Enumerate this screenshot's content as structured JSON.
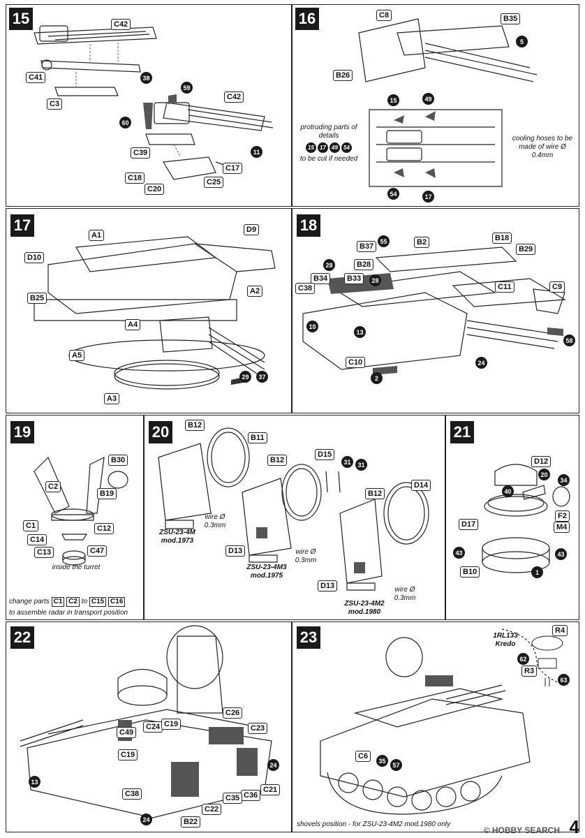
{
  "steps": [
    {
      "num": "15",
      "labels": [
        "C42",
        "C41",
        "C3",
        "C42",
        "C39",
        "C18",
        "C20",
        "C25",
        "C17"
      ],
      "parts": [
        "38",
        "59",
        "60",
        "11"
      ]
    },
    {
      "num": "16",
      "labels": [
        "C8",
        "B35",
        "B26"
      ],
      "parts": [
        "5",
        "15",
        "49",
        "54",
        "17"
      ],
      "note_left": "protruding parts of details",
      "note_left_parts": [
        "15",
        "17",
        "49",
        "54"
      ],
      "note_left2": "to be cut if needed",
      "note_right": "cooling hoses to be made of wire Ø 0.4mm"
    },
    {
      "num": "17",
      "labels": [
        "A1",
        "D9",
        "D10",
        "A2",
        "B25",
        "A4",
        "A5",
        "A3"
      ],
      "parts": [
        "29",
        "37"
      ]
    },
    {
      "num": "18",
      "labels": [
        "B37",
        "B2",
        "B18",
        "B29",
        "B28",
        "B34",
        "B33",
        "C38",
        "C11",
        "C9",
        "C10"
      ],
      "parts": [
        "55",
        "28",
        "28",
        "10",
        "13",
        "58",
        "24",
        "2"
      ]
    },
    {
      "num": "19",
      "labels": [
        "B30",
        "C2",
        "B19",
        "C1",
        "C12",
        "C14",
        "C13",
        "C47"
      ],
      "note": "inside the turret",
      "change_prefix": "change parts",
      "change_a": "C1",
      "change_b": "C2",
      "change_to": "to",
      "change_c": "C15",
      "change_d": "C16",
      "change_suffix": "to assemble radar in transport position"
    },
    {
      "num": "20",
      "labels": [
        "B12",
        "B11",
        "B12",
        "D15",
        "B12",
        "D14",
        "D13",
        "D13"
      ],
      "parts": [
        "31",
        "31"
      ],
      "wire1": "wire Ø 0.3mm",
      "wire2": "wire Ø 0.3mm",
      "wire3": "wire Ø 0.3mm",
      "variant1a": "ZSU-23-4M",
      "variant1b": "mod.1973",
      "variant2a": "ZSU-23-4M3",
      "variant2b": "mod.1975",
      "variant3a": "ZSU-23-4M2",
      "variant3b": "mod.1980"
    },
    {
      "num": "21",
      "labels": [
        "D12",
        "D17",
        "F2",
        "M4",
        "B10"
      ],
      "parts": [
        "40",
        "20",
        "34",
        "43",
        "43",
        "1"
      ]
    },
    {
      "num": "22",
      "labels": [
        "C26",
        "C49",
        "C24",
        "C19",
        "C23",
        "C19",
        "C38",
        "C21",
        "C36",
        "C35",
        "C22",
        "B22"
      ],
      "parts": [
        "13",
        "24",
        "24"
      ]
    },
    {
      "num": "23",
      "labels": [
        "R4",
        "R3",
        "C6"
      ],
      "parts": [
        "62",
        "63",
        "35",
        "57"
      ],
      "radar_name1": "1RL133",
      "radar_name2": "Kredo",
      "footer": "shovels position - for ZSU-23-4M2 mod.1980 only"
    }
  ],
  "watermark": "© HOBBY SEARCH",
  "page_number": "4"
}
